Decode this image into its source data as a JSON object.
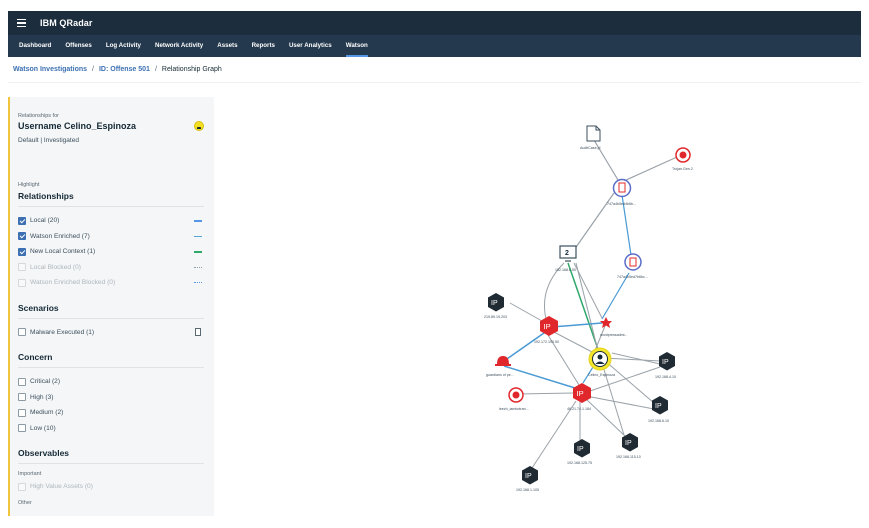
{
  "header": {
    "app_title": "IBM QRadar"
  },
  "nav": {
    "items": [
      {
        "label": "Dashboard"
      },
      {
        "label": "Offenses"
      },
      {
        "label": "Log Activity"
      },
      {
        "label": "Network Activity"
      },
      {
        "label": "Assets"
      },
      {
        "label": "Reports"
      },
      {
        "label": "User Analytics"
      },
      {
        "label": "Watson"
      }
    ],
    "active": "Watson"
  },
  "breadcrumb": {
    "part1": "Watson Investigations",
    "part2": "ID: Offense 501",
    "current": "Relationship Graph",
    "separator": "/"
  },
  "sidebar": {
    "relationships_for": "Relationships for",
    "username": "Username Celino_Espinoza",
    "tags": "Default | Investigated",
    "highlight_label": "Highlight",
    "relationships_title": "Relationships",
    "relationships": [
      {
        "label": "Local (20)",
        "checked": true,
        "disabled": false,
        "color": "#5596e6",
        "style": "solid"
      },
      {
        "label": "Watson Enriched (7)",
        "checked": true,
        "disabled": false,
        "color": "#5aa5d8",
        "style": "solid"
      },
      {
        "label": "New Local Context (1)",
        "checked": true,
        "disabled": false,
        "color": "#2fa86a",
        "style": "solid"
      },
      {
        "label": "Local Blocked (0)",
        "checked": false,
        "disabled": true,
        "color": "#8c9ba5",
        "style": "dotted"
      },
      {
        "label": "Watson Enriched Blocked (0)",
        "checked": false,
        "disabled": true,
        "color": "#5596e6",
        "style": "dotted"
      }
    ],
    "scenarios_title": "Scenarios",
    "scenarios": [
      {
        "label": "Malware Executed (1)",
        "checked": false
      }
    ],
    "concern_title": "Concern",
    "concern": [
      {
        "label": "Critical (2)",
        "checked": false
      },
      {
        "label": "High (3)",
        "checked": false
      },
      {
        "label": "Medium (2)",
        "checked": false
      },
      {
        "label": "Low (10)",
        "checked": false
      }
    ],
    "observables_title": "Observables",
    "important_label": "Important",
    "observables": [
      {
        "label": "High Value Assets (0)",
        "checked": false,
        "disabled": true
      }
    ],
    "other_label": "Other"
  },
  "graph": {
    "ip_text": "IP",
    "host_badge": "2",
    "labels": {
      "auditcase": "AuditCase.pl",
      "trojan": "Trojan.Gen.2",
      "hash1": "747a4b5ed4b6b...",
      "hash2": "747a4b5ed7b6bc...",
      "host": "192.168.0.50",
      "ip_219": "219.89.19.203",
      "ip_red1": "192.172.190.50",
      "cluster": "wordpressadmi...",
      "pwned": "guardians of pe...",
      "user": "Celino_Espinoza",
      "ip_10": "192.168.4.10",
      "malware": "leech_iambotran...",
      "ip_red2": "46.21.74.1.184",
      "ip_610": "192.168.6.10",
      "ip_11510": "192.168.115.10",
      "ip_12575": "192.168.125.75",
      "ip_1105": "192.168.1.105"
    },
    "colors": {
      "local": "#4a9ad4",
      "enriched": "#57a8de",
      "new_context": "#2fa86a",
      "neutral": "#9aa2a8",
      "critical": "#e0282c",
      "dark_ip": "#1f2a33",
      "user_highlight": "#f3e52c"
    }
  }
}
